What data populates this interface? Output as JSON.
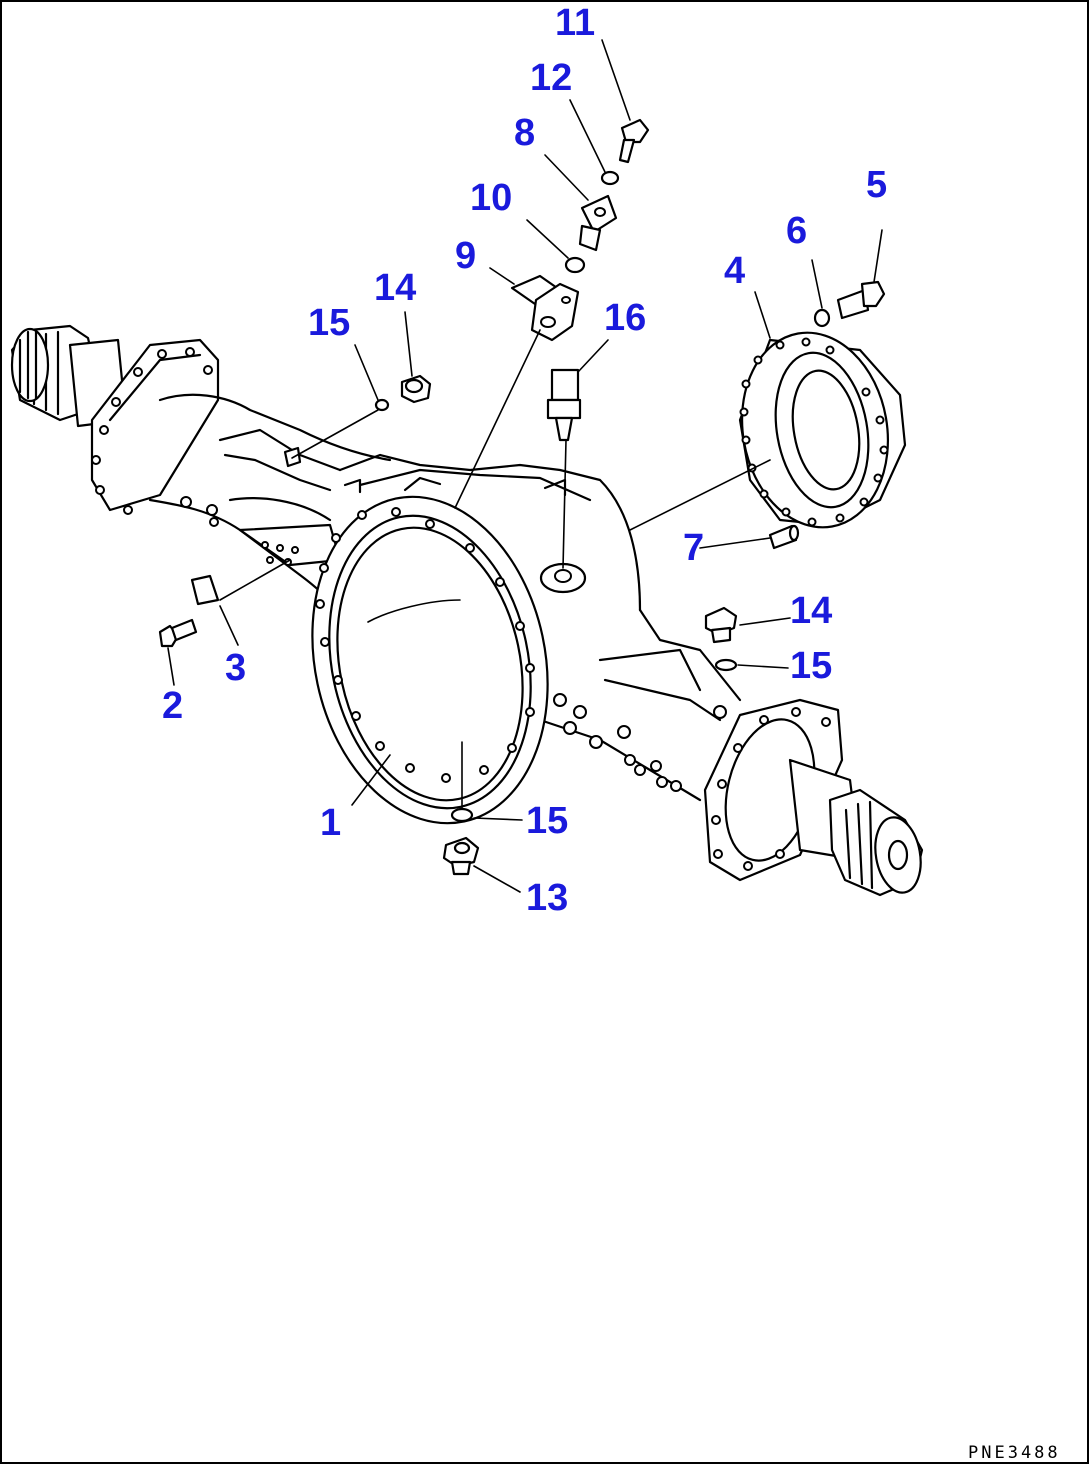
{
  "diagram": {
    "callouts": [
      {
        "id": "c1",
        "label": "1"
      },
      {
        "id": "c2",
        "label": "2"
      },
      {
        "id": "c3",
        "label": "3"
      },
      {
        "id": "c4",
        "label": "4"
      },
      {
        "id": "c5",
        "label": "5"
      },
      {
        "id": "c6",
        "label": "6"
      },
      {
        "id": "c7",
        "label": "7"
      },
      {
        "id": "c8",
        "label": "8"
      },
      {
        "id": "c9",
        "label": "9"
      },
      {
        "id": "c10",
        "label": "10"
      },
      {
        "id": "c11",
        "label": "11"
      },
      {
        "id": "c12",
        "label": "12"
      },
      {
        "id": "c13",
        "label": "13"
      },
      {
        "id": "c14a",
        "label": "14"
      },
      {
        "id": "c14b",
        "label": "14"
      },
      {
        "id": "c15a",
        "label": "15"
      },
      {
        "id": "c15b",
        "label": "15"
      },
      {
        "id": "c15c",
        "label": "15"
      },
      {
        "id": "c16",
        "label": "16"
      }
    ],
    "drawing_code": "PNE3488",
    "colors": {
      "callout": "#1a1adc",
      "line": "#000000",
      "background": "#ffffff"
    }
  }
}
